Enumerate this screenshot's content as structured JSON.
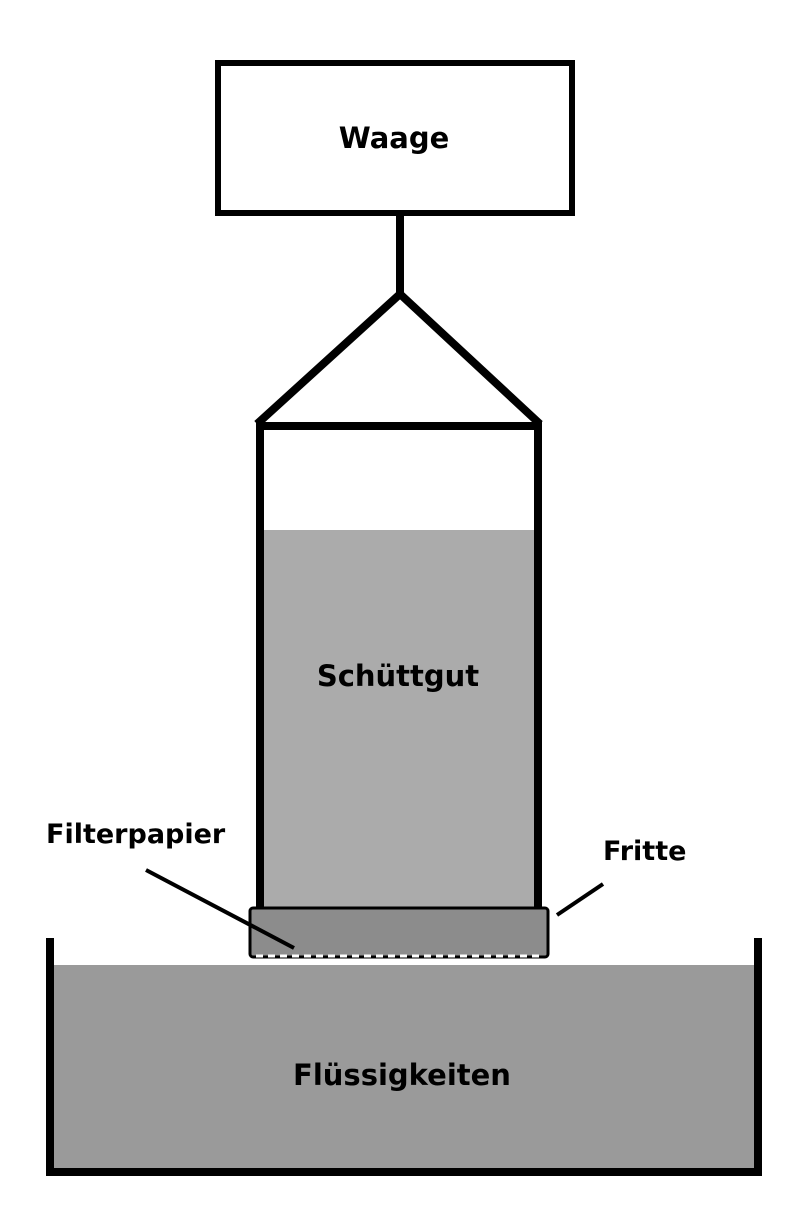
{
  "labels": {
    "scale": "Waage",
    "bulk_material": "Schüttgut",
    "filter_paper": "Filterpapier",
    "frit": "Fritte",
    "liquids": "Flüssigkeiten"
  },
  "colors": {
    "outline": "#000000",
    "bulk_fill": "#ababab",
    "frit_fill": "#8c8c8c",
    "liquid_fill": "#9a9a9a",
    "filter_paper_dashes": "#ffffff",
    "background": "#ffffff"
  }
}
